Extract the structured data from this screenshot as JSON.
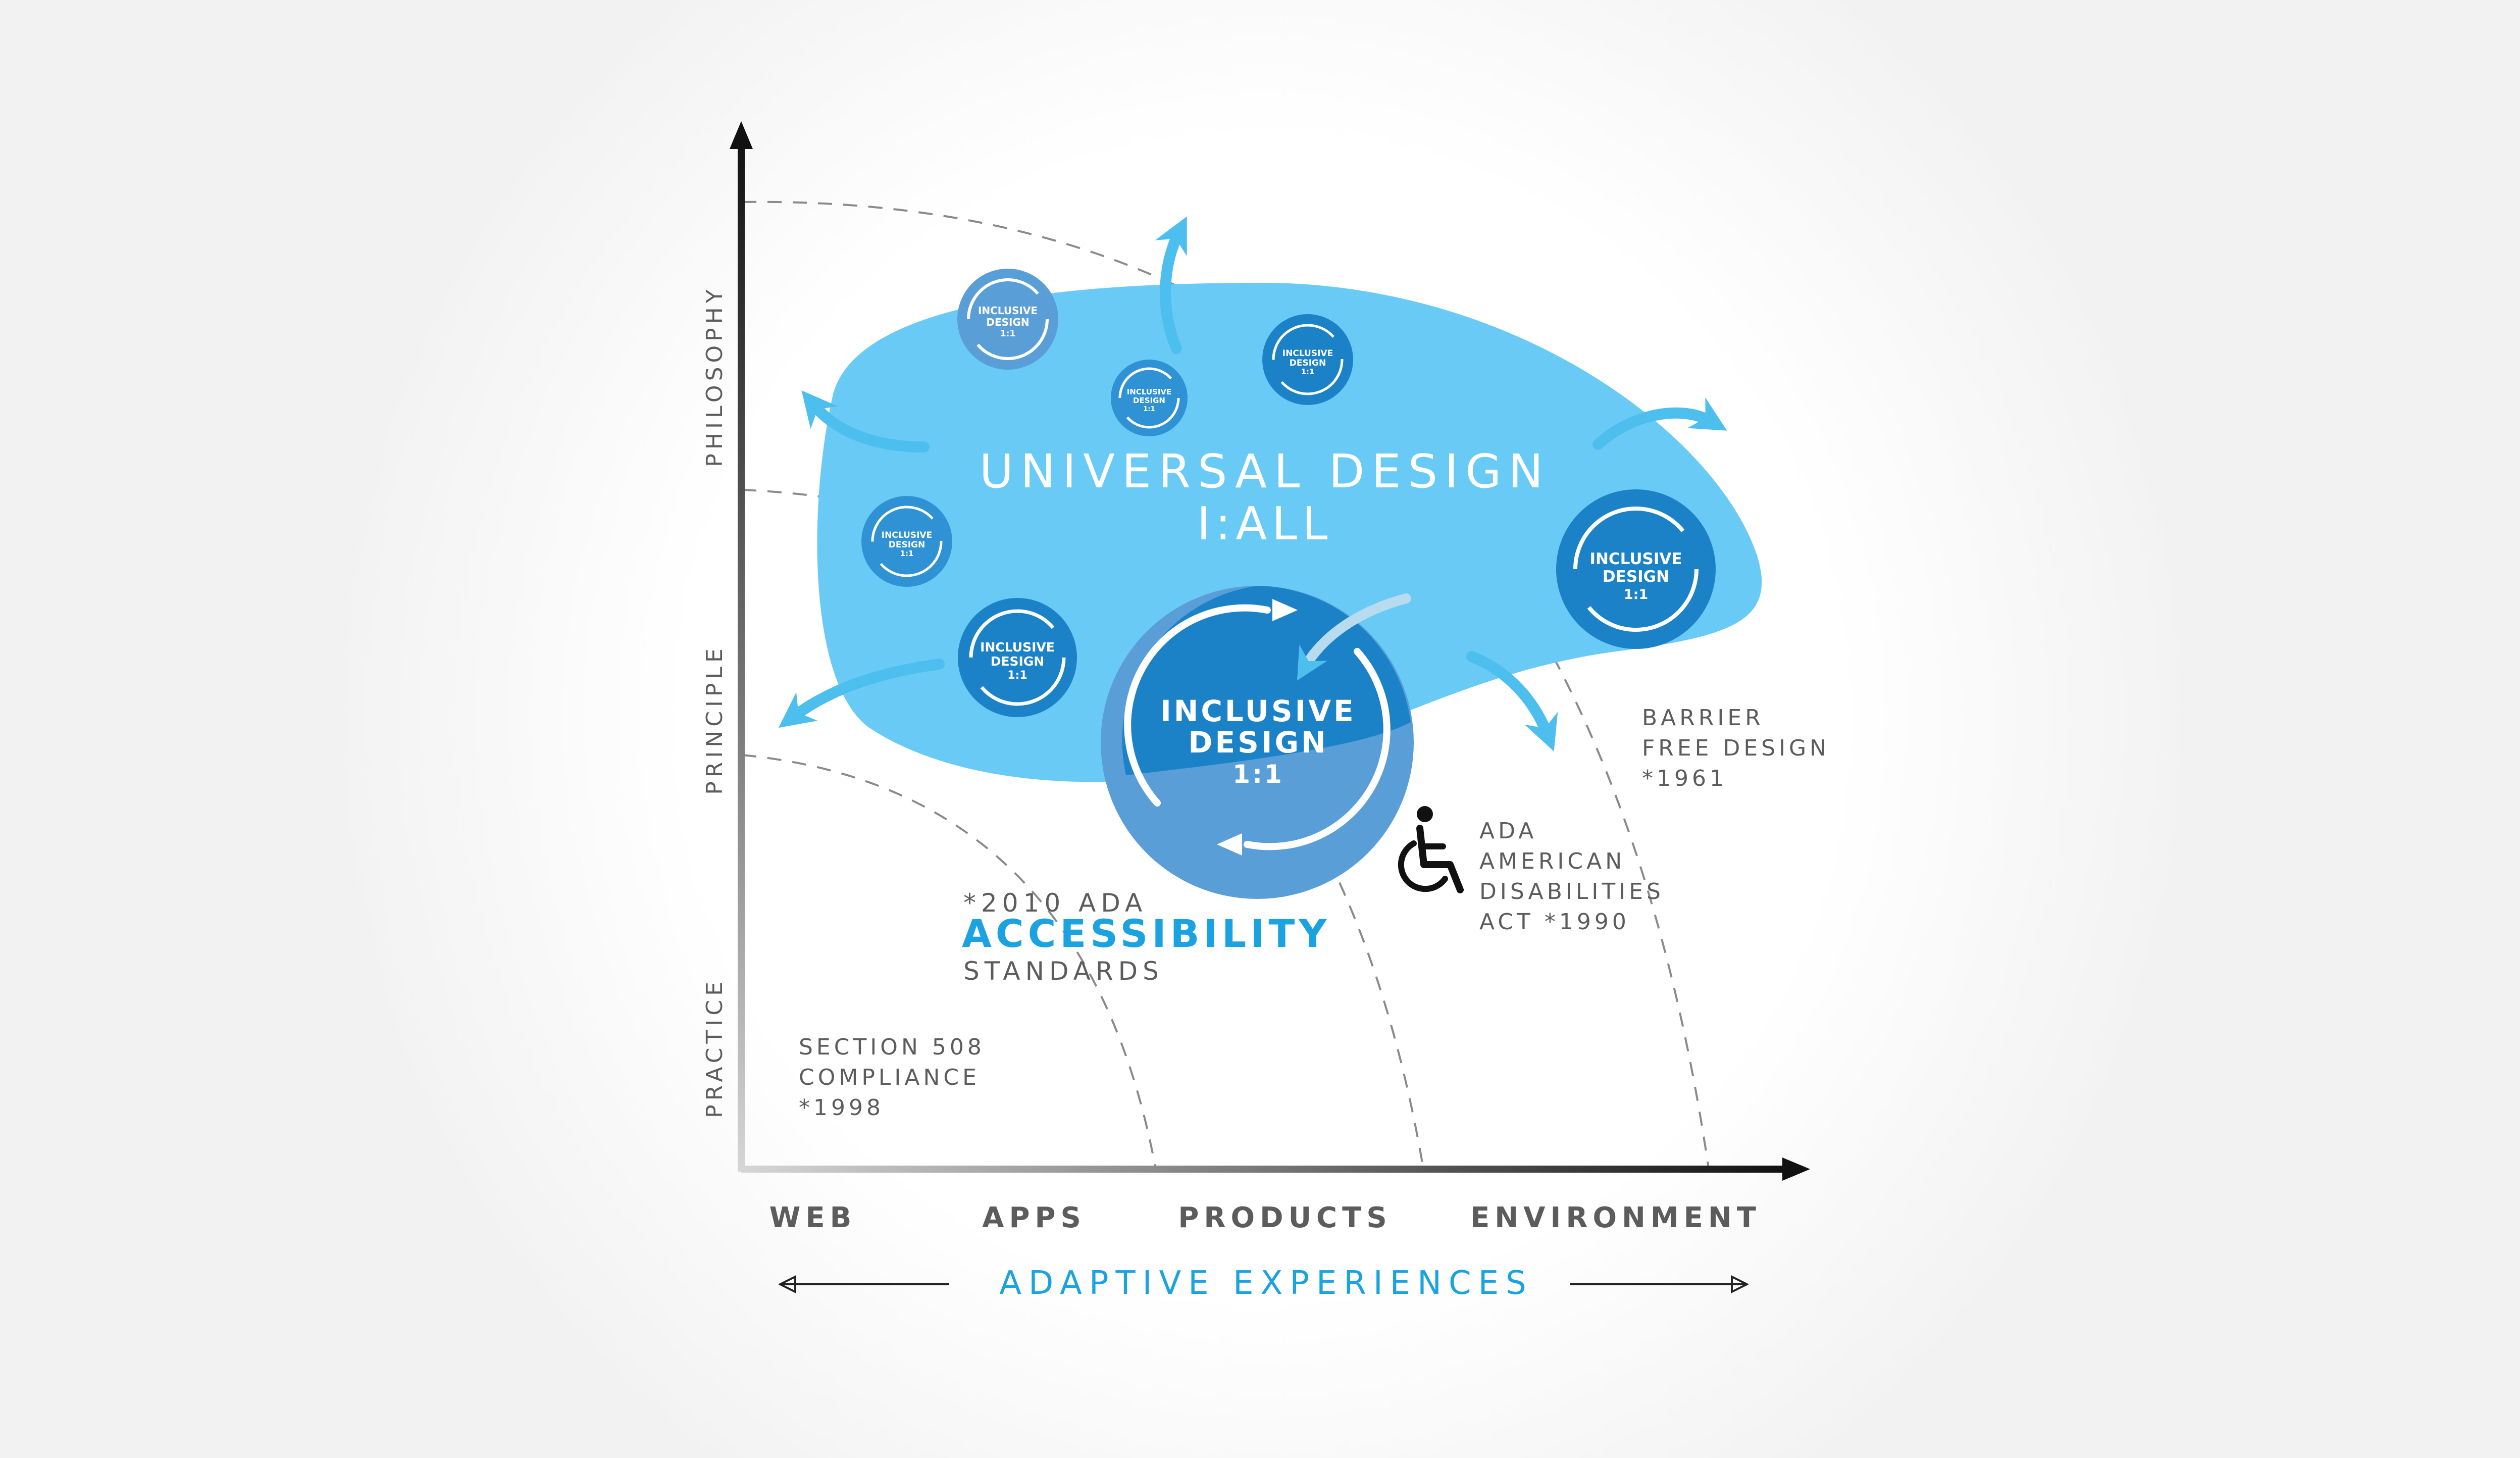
{
  "colors": {
    "background": "#f2f2f2",
    "blob": "#69cbf5",
    "circle_dark": "#1c82c8",
    "circle_mid": "#2e92d4",
    "circle_light": "#5a9ed8",
    "arrow": "#4cbfef",
    "accent_text": "#1aa3e0",
    "gray_text": "#5c5c5c",
    "axis": "#111111"
  },
  "axis_y": {
    "philosophy": "PHILOSOPHY",
    "principle": "PRINCIPLE",
    "practice": "PRACTICE"
  },
  "axis_x": {
    "web": "WEB",
    "apps": "APPS",
    "products": "PRODUCTS",
    "environment": "ENVIRONMENT"
  },
  "adaptive": "ADAPTIVE EXPERIENCES",
  "universal": {
    "line1": "UNIVERSAL DESIGN",
    "line2": "I:ALL"
  },
  "inclusive": {
    "line1": "INCLUSIVE",
    "line2": "DESIGN",
    "line3": "1:1"
  },
  "ada2010": {
    "line1": "*2010 ADA",
    "line2": "ACCESSIBILITY",
    "line3": "STANDARDS"
  },
  "section508": {
    "line1": "SECTION 508",
    "line2": "COMPLIANCE",
    "line3": "*1998"
  },
  "ada1990": {
    "line1": "ADA",
    "line2": "AMERICAN",
    "line3": "DISABILITIES",
    "line4": "ACT *1990"
  },
  "barrier": {
    "line1": "BARRIER",
    "line2": "FREE DESIGN",
    "line3": "*1961"
  },
  "icons": {
    "wheelchair": "wheelchair-icon",
    "cycle": "cycle-arrows-icon"
  }
}
